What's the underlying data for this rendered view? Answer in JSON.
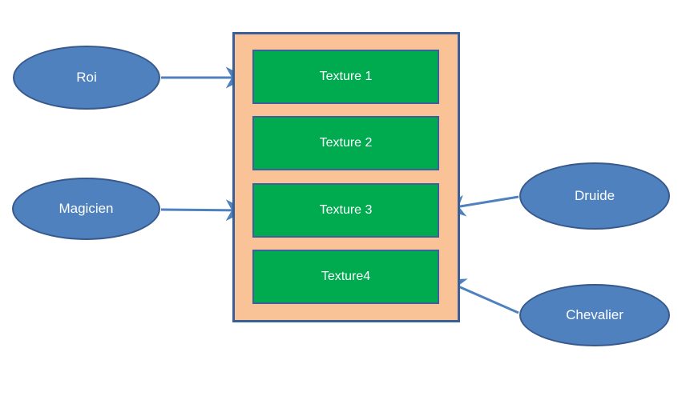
{
  "colors": {
    "actor_fill": "#4E81BD",
    "actor_border": "#38598C",
    "container_fill": "#FAC397",
    "container_border": "#3A5F96",
    "texture_fill": "#00AB50",
    "texture_border": "#3F5E9E",
    "arrow": "#4E81BD",
    "label_text": "#FFFFFF"
  },
  "actors": [
    {
      "label": "Roi"
    },
    {
      "label": "Magicien"
    },
    {
      "label": "Druide"
    },
    {
      "label": "Chevalier"
    }
  ],
  "textures": [
    {
      "label": "Texture 1"
    },
    {
      "label": "Texture 2"
    },
    {
      "label": "Texture 3"
    },
    {
      "label": "Texture4"
    }
  ],
  "connections": [
    {
      "from": "Roi",
      "to": "Texture 1",
      "direction": "left-to-right"
    },
    {
      "from": "Magicien",
      "to": "Texture 3",
      "direction": "left-to-right"
    },
    {
      "from": "Druide",
      "to": "Texture 3",
      "direction": "right-to-left"
    },
    {
      "from": "Chevalier",
      "to": "Texture4",
      "direction": "right-to-left"
    }
  ]
}
